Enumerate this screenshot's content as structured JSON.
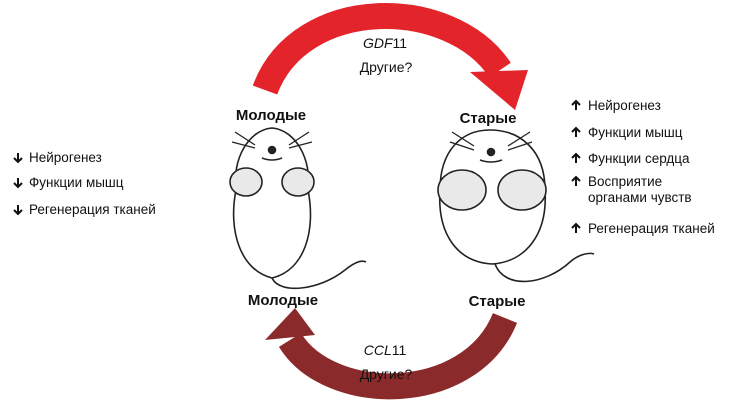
{
  "colors": {
    "top_arrow": "#e3242b",
    "bottom_arrow": "#8b2a2a",
    "mouse_fill": "#ffffff",
    "ear_fill": "#e9e9e9",
    "stroke": "#222222"
  },
  "top_flow": {
    "factor_italic": "GDF",
    "factor_num": "11",
    "others": "Другие?"
  },
  "bottom_flow": {
    "factor_italic": "CCL",
    "factor_num": "11",
    "others": "Другие?"
  },
  "young_top": "Молодые",
  "old_top": "Старые",
  "young_bottom": "Молодые",
  "old_bottom": "Старые",
  "young_effects": {
    "arrow_icon": "down-arrow-icon",
    "items": [
      "Нейрогенез",
      "Функции мышц",
      "Регенерация тканей"
    ]
  },
  "old_effects": {
    "arrow_icon": "up-arrow-icon",
    "items": [
      "Нейрогенез",
      "Функции мышц",
      "Функции сердца",
      [
        "Восприятие",
        "органами чувств"
      ],
      "Регенерация тканей"
    ]
  }
}
